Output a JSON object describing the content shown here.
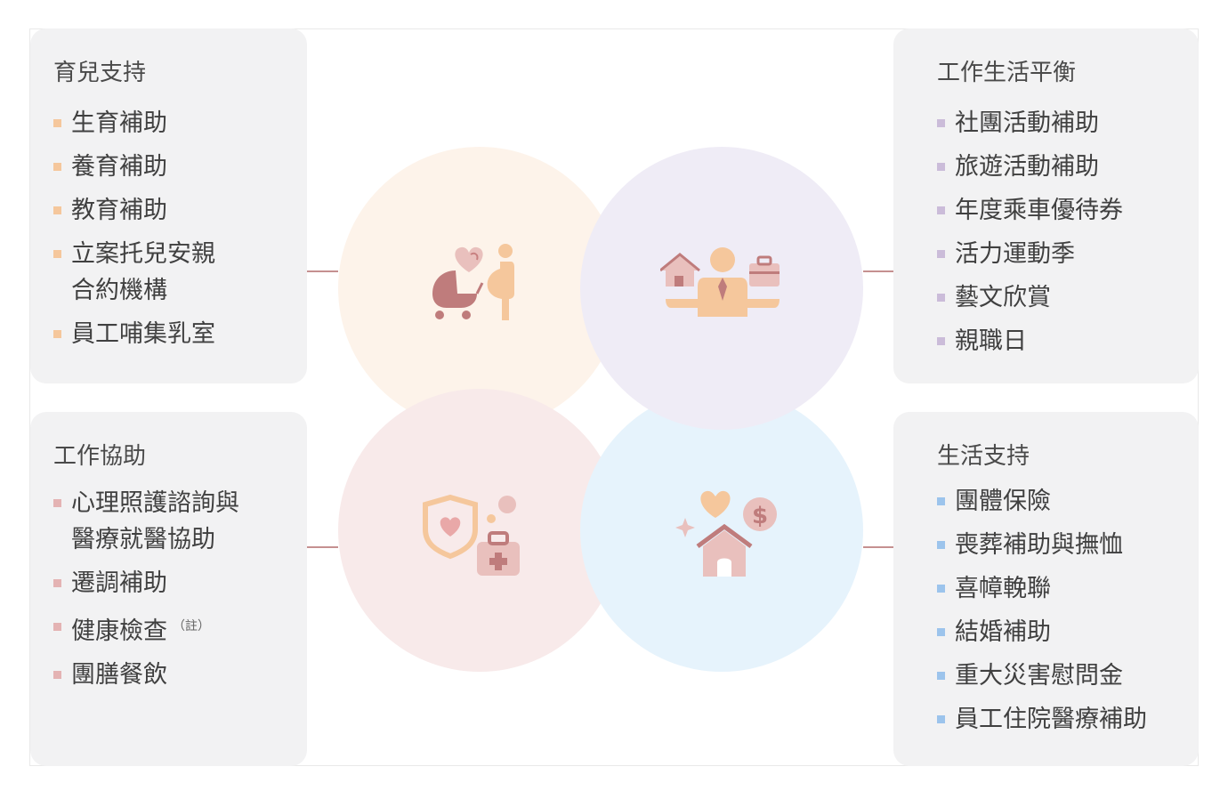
{
  "colors": {
    "childcare_bullet": "#f5c79c",
    "balance_bullet": "#cbbcd9",
    "work_bullet": "#e4b3b3",
    "life_bullet": "#9cc4ec",
    "arrow": "#b26b6b",
    "circle_peach": "#fdf3ea",
    "circle_lavender": "#efecf6",
    "circle_pink": "#f8eaea",
    "circle_blue": "#e6f3fc"
  },
  "childcare": {
    "title": "育兒支持",
    "items": [
      {
        "label": "生育補助"
      },
      {
        "label": "養育補助"
      },
      {
        "label": "教育補助"
      },
      {
        "label": "立案托兒安親",
        "label2": "合約機構"
      },
      {
        "label": "員工哺集乳室"
      }
    ]
  },
  "balance": {
    "title": "工作生活平衡",
    "items": [
      {
        "label": "社團活動補助"
      },
      {
        "label": "旅遊活動補助"
      },
      {
        "label": "年度乘車優待券"
      },
      {
        "label": "活力運動季"
      },
      {
        "label": "藝文欣賞"
      },
      {
        "label": "親職日"
      }
    ]
  },
  "work": {
    "title": "工作協助",
    "items": [
      {
        "label": "心理照護諮詢與",
        "label2": "醫療就醫協助"
      },
      {
        "label": "遷調補助"
      },
      {
        "label": "健康檢查",
        "note": "（註）"
      },
      {
        "label": "團膳餐飲"
      }
    ]
  },
  "life": {
    "title": "生活支持",
    "items": [
      {
        "label": "團體保險"
      },
      {
        "label": "喪葬補助與撫恤"
      },
      {
        "label": "喜幛輓聯"
      },
      {
        "label": "結婚補助"
      },
      {
        "label": "重大災害慰問金"
      },
      {
        "label": "員工住院醫療補助"
      }
    ]
  },
  "icons": {
    "childcare": "parent-stroller-icon",
    "balance": "work-life-balance-icon",
    "work": "health-shield-medkit-icon",
    "life": "home-heart-money-icon",
    "dollar_sign": "$"
  }
}
